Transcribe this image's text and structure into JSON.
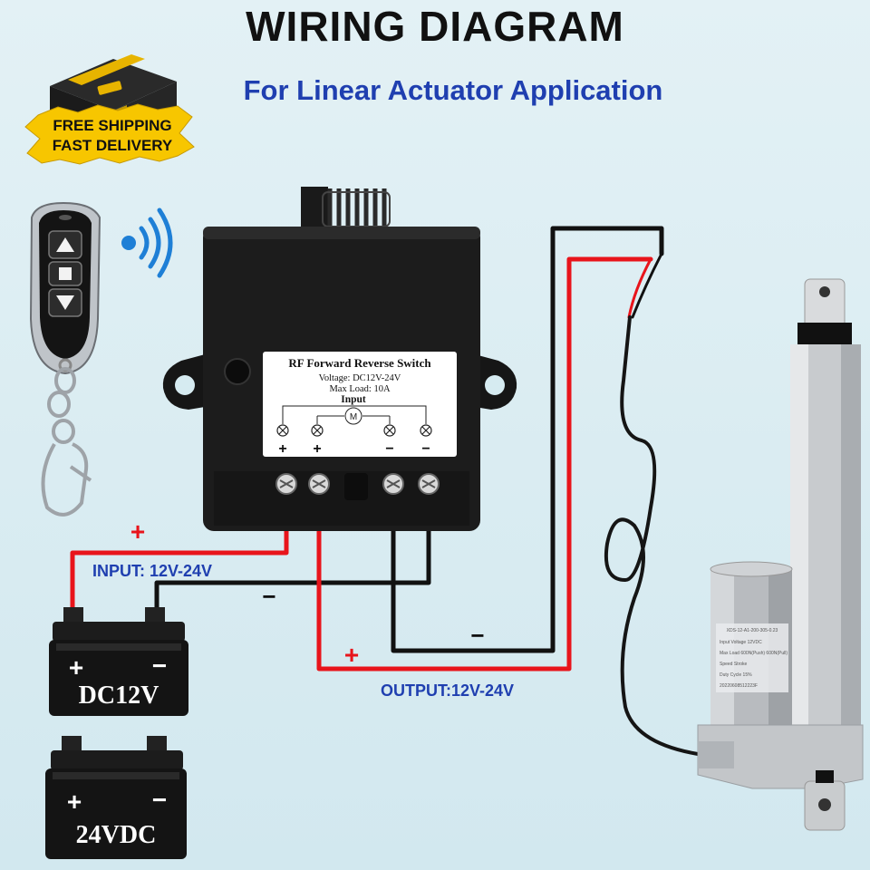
{
  "header": {
    "title": "WIRING DIAGRAM",
    "subtitle": "For Linear Actuator Application"
  },
  "badge": {
    "line1": "FREE SHIPPING",
    "line2": "FAST DELIVERY"
  },
  "controller": {
    "title": "RF Forward Reverse Switch",
    "voltage": "Voltage: DC12V-24V",
    "max_load": "Max Load: 10A",
    "input": "Input",
    "motor_symbol": "M",
    "terminal_signs": [
      "+",
      "+",
      "−",
      "−"
    ]
  },
  "wiring": {
    "input_label": "INPUT: 12V-24V",
    "output_label": "OUTPUT:12V-24V",
    "plus_sign": "+",
    "minus_sign": "−"
  },
  "batteries": [
    {
      "label": "DC12V",
      "plus": "+",
      "minus": "−"
    },
    {
      "label": "24VDC",
      "plus": "+",
      "minus": "−"
    }
  ],
  "actuator_label": {
    "model": "XDS-12-A1-200-305-0.23",
    "rows": [
      "Input Voltage 12VDC",
      "Max Load 600N(Push) 600N(Pull)",
      "Speed Stroke",
      "Duty Cycle 15%"
    ],
    "serial": "20220608512223F"
  },
  "colors": {
    "title": "#111111",
    "accent_blue": "#1f3fb0",
    "wire_red": "#e8141b",
    "wire_black": "#111111",
    "background": "#d6ebf1",
    "badge_yellow": "#f7c600"
  }
}
